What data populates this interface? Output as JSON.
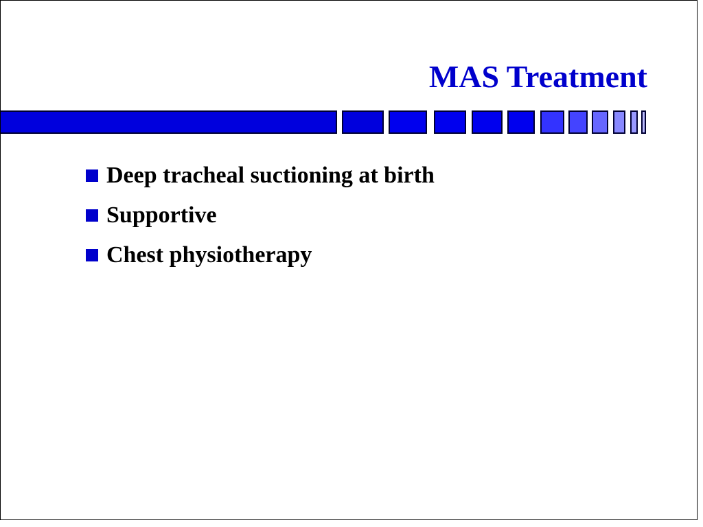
{
  "slide": {
    "title": "MAS Treatment",
    "title_color": "#0000cc",
    "bullet_color": "#0000cc",
    "text_color": "#000000",
    "bullet_icon": "square-bullet-icon",
    "bullets": [
      "Deep tracheal suctioning at birth",
      "Supportive",
      "Chest physiotherapy"
    ]
  },
  "decor": {
    "bar_colors": [
      "#0000dd",
      "#0000dd",
      "#0000ee",
      "#0000ee",
      "#0000ee",
      "#0000ee",
      "#3333ff",
      "#4444ff",
      "#6666ff",
      "#8888ff",
      "#9999ff",
      "#bbbbff"
    ]
  }
}
